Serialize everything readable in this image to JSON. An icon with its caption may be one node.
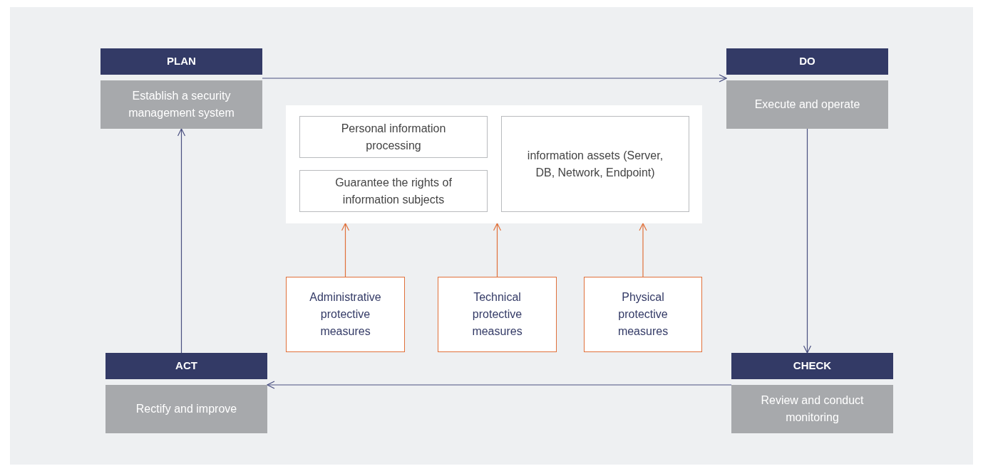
{
  "diagram": {
    "nodes": [
      {
        "text": [
          "PLAN",
          "Establish a security management system"
        ]
      },
      {
        "text": [
          "DO",
          "Execute and operate"
        ]
      },
      {
        "text": [
          "CHECK",
          "Review and conduct monitoring"
        ]
      },
      {
        "text": [
          "ACT",
          "Rectify and improve"
        ]
      },
      {
        "text": [],
        "shape": "box"
      },
      {
        "text": [
          "Personal information processing"
        ],
        "in": 4
      },
      {
        "text": [
          "Guarantee the rights of information subjects"
        ],
        "in": 4
      },
      {
        "text": [
          "information assets (Server, DB, Network, Endpoint)"
        ],
        "in": 4
      },
      {
        "text": [
          "Administrative protective measures"
        ]
      },
      {
        "text": [
          "Technical protective measures"
        ]
      },
      {
        "text": [
          "Physical protective measures"
        ]
      }
    ],
    "edges": [
      {
        "from": 0,
        "to": 1,
        "arrow": "to"
      },
      {
        "from": 1,
        "to": 2,
        "arrow": "to"
      },
      {
        "from": 2,
        "to": 3,
        "arrow": "to"
      },
      {
        "from": 3,
        "to": 0,
        "arrow": "to"
      },
      {
        "from": 8,
        "to": 4,
        "arrow": "to",
        "color": "#e0703a"
      },
      {
        "from": 9,
        "to": 4,
        "arrow": "to",
        "color": "#e0703a"
      },
      {
        "from": 10,
        "to": 4,
        "arrow": "to",
        "color": "#e0703a"
      }
    ]
  }
}
